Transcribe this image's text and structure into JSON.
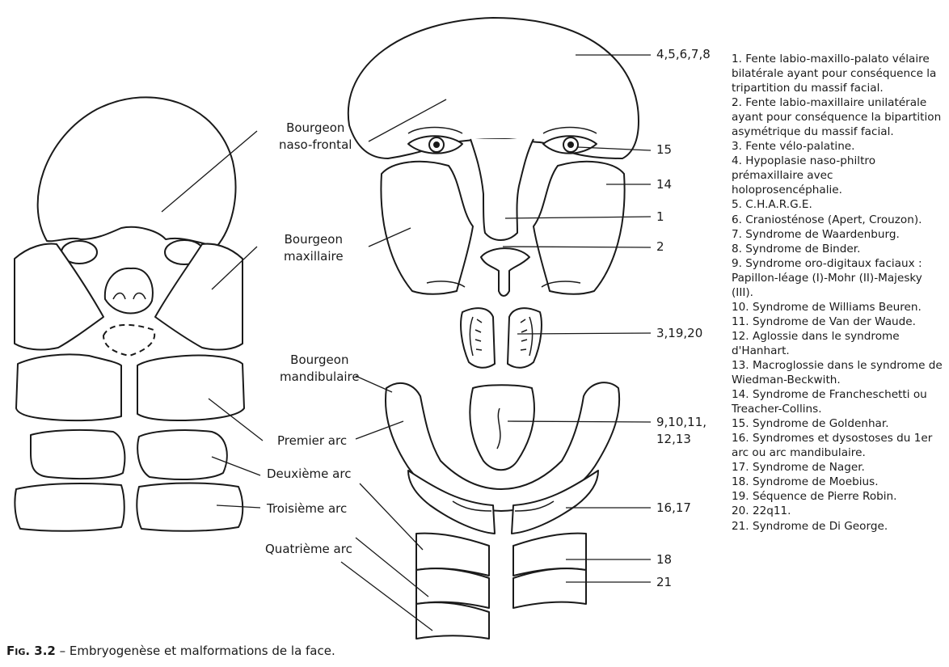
{
  "labels": {
    "bourgeon_naso_frontal": [
      "Bourgeon",
      "naso-frontal"
    ],
    "bourgeon_maxillaire": [
      "Bourgeon",
      "maxillaire"
    ],
    "bourgeon_mandibulaire": [
      "Bourgeon",
      "mandibulaire"
    ],
    "premier_arc": "Premier arc",
    "deuxieme_arc": "Deuxième arc",
    "troisieme_arc": "Troisième arc",
    "quatrieme_arc": "Quatrième arc"
  },
  "numbers": {
    "n_4_8": "4,5,6,7,8",
    "n_15": "15",
    "n_14": "14",
    "n_1": "1",
    "n_2": "2",
    "n_3_19_20": "3,19,20",
    "n_9_13": [
      "9,10,11,",
      "12,13"
    ],
    "n_16_17": "16,17",
    "n_18": "18",
    "n_21": "21"
  },
  "legend": [
    "1. Fente labio-maxillo-palato vélaire bilatérale ayant pour conséquence la tripartition du massif facial.",
    "2. Fente labio-maxillaire unilatérale ayant pour conséquence la bipartition asymétrique du massif facial.",
    "3. Fente vélo-palatine.",
    "4. Hypoplasie naso-philtro prémaxillaire avec holoprosencéphalie.",
    "5. C.H.A.R.G.E.",
    "6. Craniosténose (Apert, Crouzon).",
    "7. Syndrome de Waardenburg.",
    "8. Syndrome de Binder.",
    "9. Syndrome oro-digitaux faciaux : Papillon-léage (I)-Mohr (II)-Majesky (III).",
    "10. Syndrome de Williams Beuren.",
    "11. Syndrome de Van der Waude.",
    "12. Aglossie dans le syndrome d'Hanhart.",
    "13. Macroglossie dans le syndrome de Wiedman-Beckwith.",
    "14. Syndrome de Francheschetti ou Treacher-Collins.",
    "15. Syndrome de Goldenhar.",
    "16. Syndromes et dysostoses du 1er arc ou arc mandibulaire.",
    "17. Syndrome de Nager.",
    "18. Syndrome de Moebius.",
    "19. Séquence de Pierre Robin.",
    "20. 22q11.",
    "21. Syndrome de Di George."
  ],
  "caption": {
    "figure": "Fig. 3.2",
    "text": "– Embryogenèse et malformations de la face."
  }
}
